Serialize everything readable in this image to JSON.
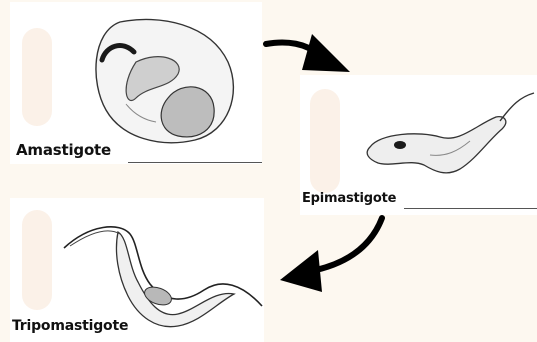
{
  "diagram": {
    "stages": [
      {
        "id": "amastigote",
        "label": "Amastigote"
      },
      {
        "id": "epimastigote",
        "label": "Epimastigote"
      },
      {
        "id": "tripomastigote",
        "label": "Tripomastigote"
      }
    ],
    "arrows": [
      {
        "from": "amastigote",
        "to": "epimastigote"
      },
      {
        "from": "epimastigote",
        "to": "tripomastigote"
      }
    ],
    "colors": {
      "background": "#fdf8f0",
      "panel": "#ffffff",
      "stub": "#fbf1e8",
      "ink": "#111111",
      "arrow": "#000000"
    }
  }
}
